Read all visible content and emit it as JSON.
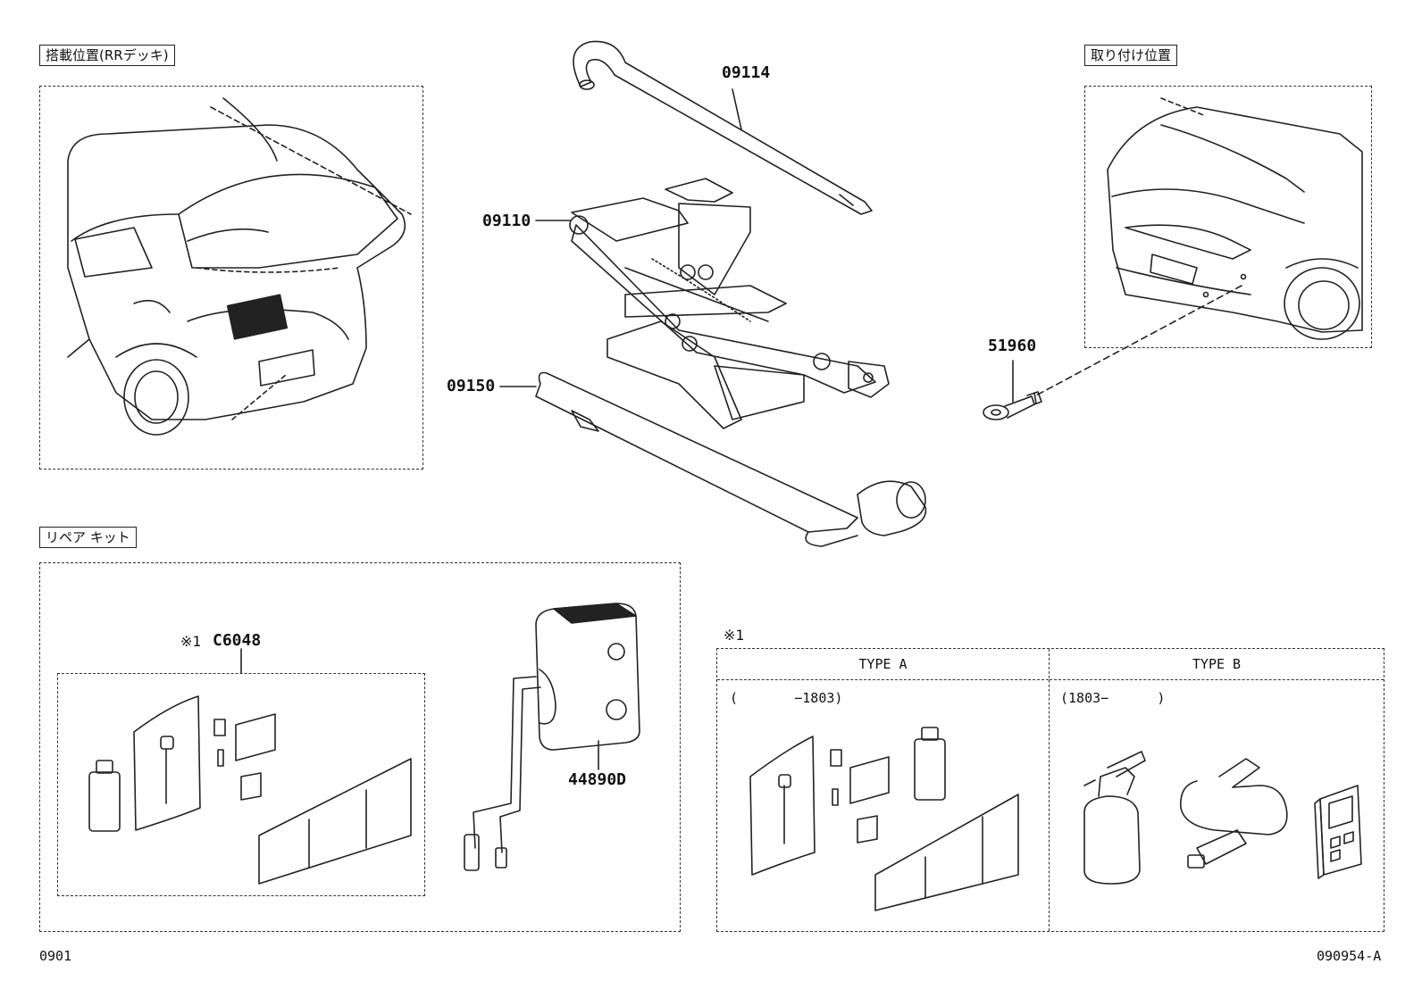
{
  "sections": {
    "mount_position": "搭載位置(RRデッキ)",
    "install_position": "取り付け位置",
    "repair_kit": "リペア キット"
  },
  "parts": {
    "wrench_handle": "09114",
    "jack": "09110",
    "jack_handle": "09150",
    "tow_hook": "51960",
    "repair_kit_set": "C6048",
    "repair_kit_note": "※1",
    "compressor": "44890D"
  },
  "note_table": {
    "marker": "※1",
    "type_a": {
      "header": "TYPE A",
      "range": "(       −1803)"
    },
    "type_b": {
      "header": "TYPE B",
      "range": "(1803−      )"
    }
  },
  "footer": {
    "left_code": "0901",
    "right_code": "090954-A"
  }
}
